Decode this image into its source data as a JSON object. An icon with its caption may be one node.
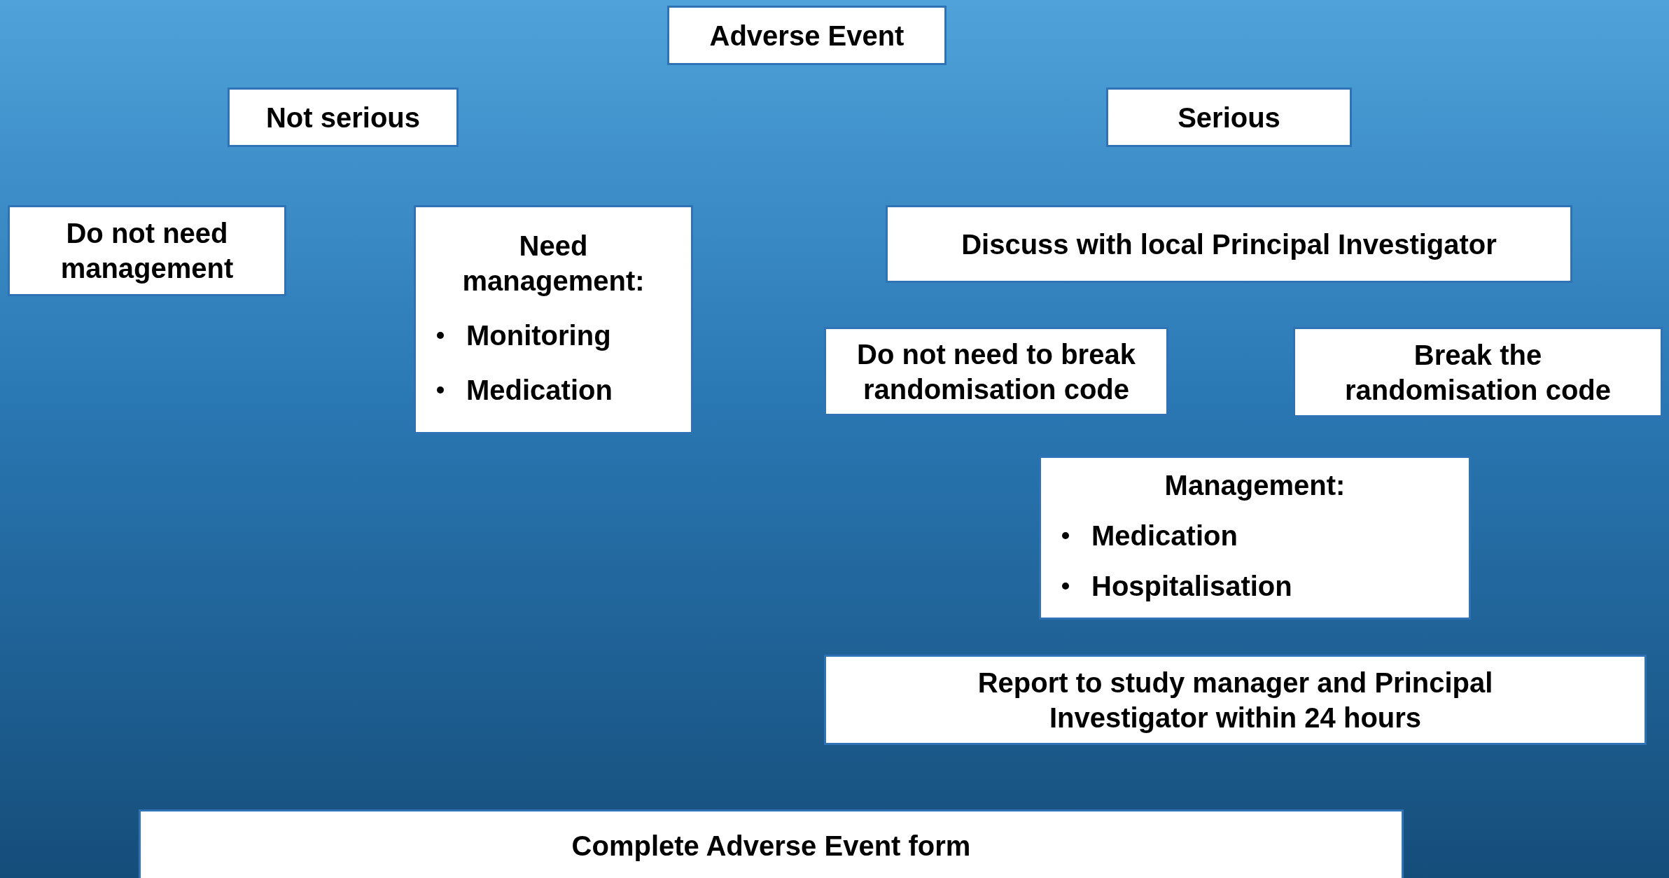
{
  "diagram": {
    "nodes": [
      {
        "text": [
          "Adverse Event"
        ]
      },
      {
        "text": [
          "Not serious"
        ]
      },
      {
        "text": [
          "Serious"
        ]
      },
      {
        "text": [
          "Do not need management"
        ]
      },
      {
        "text": [
          "Need management:",
          "Monitoring",
          "Medication"
        ]
      },
      {
        "text": [
          "Discuss with local Principal Investigator"
        ]
      },
      {
        "text": [
          "Do not need to break randomisation code"
        ]
      },
      {
        "text": [
          "Break the randomisation code"
        ]
      },
      {
        "text": [
          "Management:",
          "Medication",
          "Hospitalisation"
        ]
      },
      {
        "text": [
          "Report to study manager and Principal Investigator within 24 hours"
        ]
      },
      {
        "text": [
          "Complete Adverse Event form"
        ]
      }
    ]
  }
}
